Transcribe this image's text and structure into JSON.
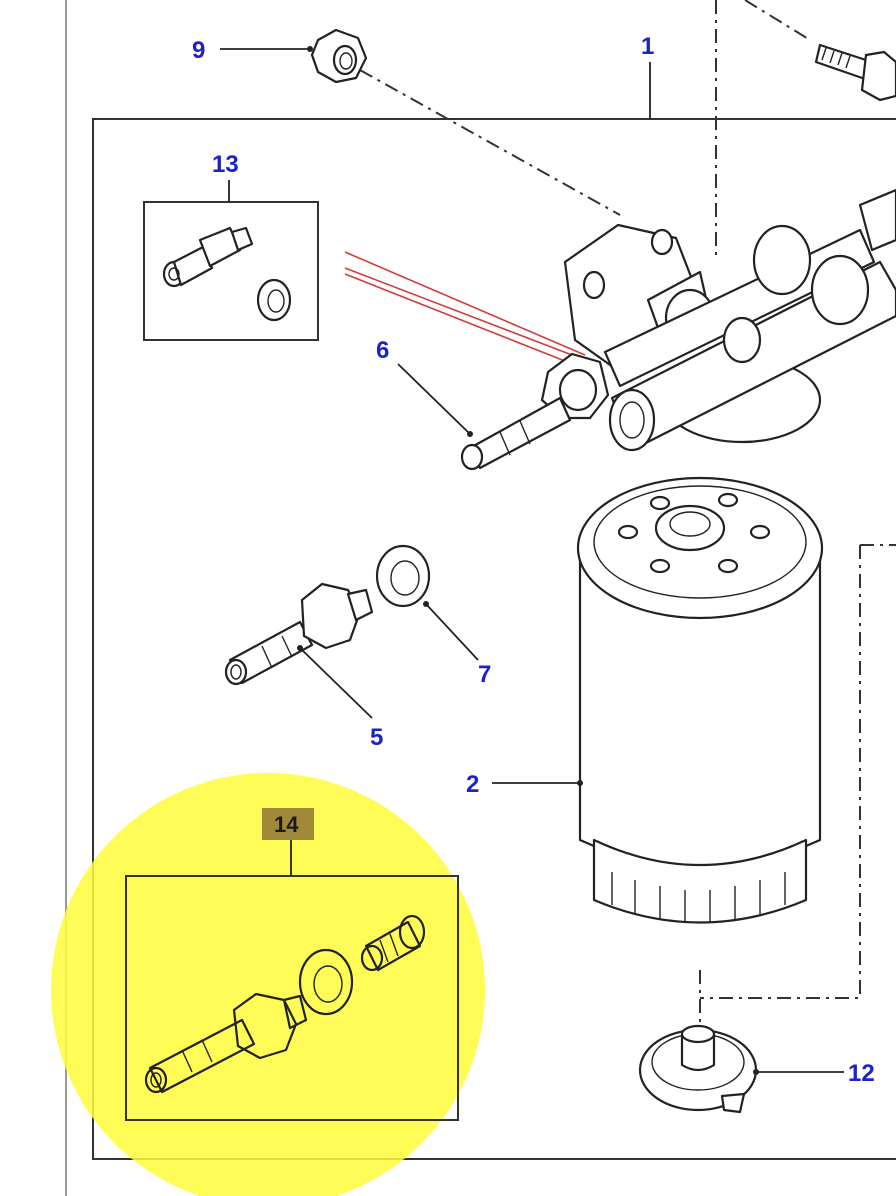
{
  "diagram": {
    "colors": {
      "callout": "#1b22c8",
      "highlight": "#fffb3a",
      "highlight_label_bg": "#a08a3a",
      "line": "#222222",
      "sensor_wire": "#d43c3c"
    },
    "callouts": {
      "c1": "1",
      "c2": "2",
      "c5": "5",
      "c6": "6",
      "c7": "7",
      "c9": "9",
      "c12": "12",
      "c13": "13",
      "c14": "14"
    }
  }
}
